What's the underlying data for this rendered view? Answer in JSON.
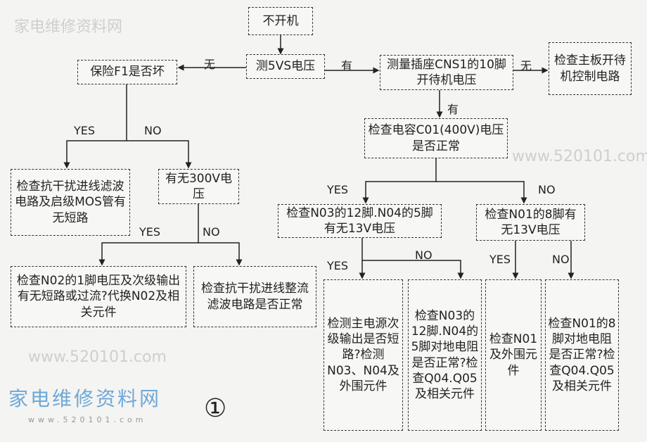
{
  "boxes": {
    "start": "不开机",
    "test5vs": "测5VS电压",
    "fuse": "保险F1是否坏",
    "cns1": "测量插座CNS1的10脚开待机电压",
    "mainboard": "检查主板开待机控制电路",
    "c01": "检查电容C01(400V)电压是否正常",
    "filter_mos": "检查抗干扰进线滤波电路及启级MOS管有无短路",
    "v300": "有无300V电压",
    "n02": "检查N02的1脚电压及次级输出有无短路或过流?代换N02及相关元件",
    "rectifier": "检查抗干扰进线整流滤波电路是否正常",
    "n03_n04": "检查N03的12脚.N04的5脚有无13V电压",
    "n01": "检查N01的8脚有无13V电压",
    "main_psu": "检测主电源次级输出是否短路?检测N03、N04及外围元件",
    "n03_res": "检查N03的12脚.N04的5脚对地电阻是否正常?检查Q04.Q05及相关元件",
    "n01_check": "检查N01及外围元件",
    "n01_res": "检查N01的8脚对地电阻是否正常?检查Q04.Q05及相关元件"
  },
  "labels": {
    "wu": "无",
    "you": "有",
    "yes": "YES",
    "no": "NO"
  },
  "figure_number": "①",
  "watermark": {
    "site": "家电维修资料网",
    "url": "www.520101.com"
  }
}
